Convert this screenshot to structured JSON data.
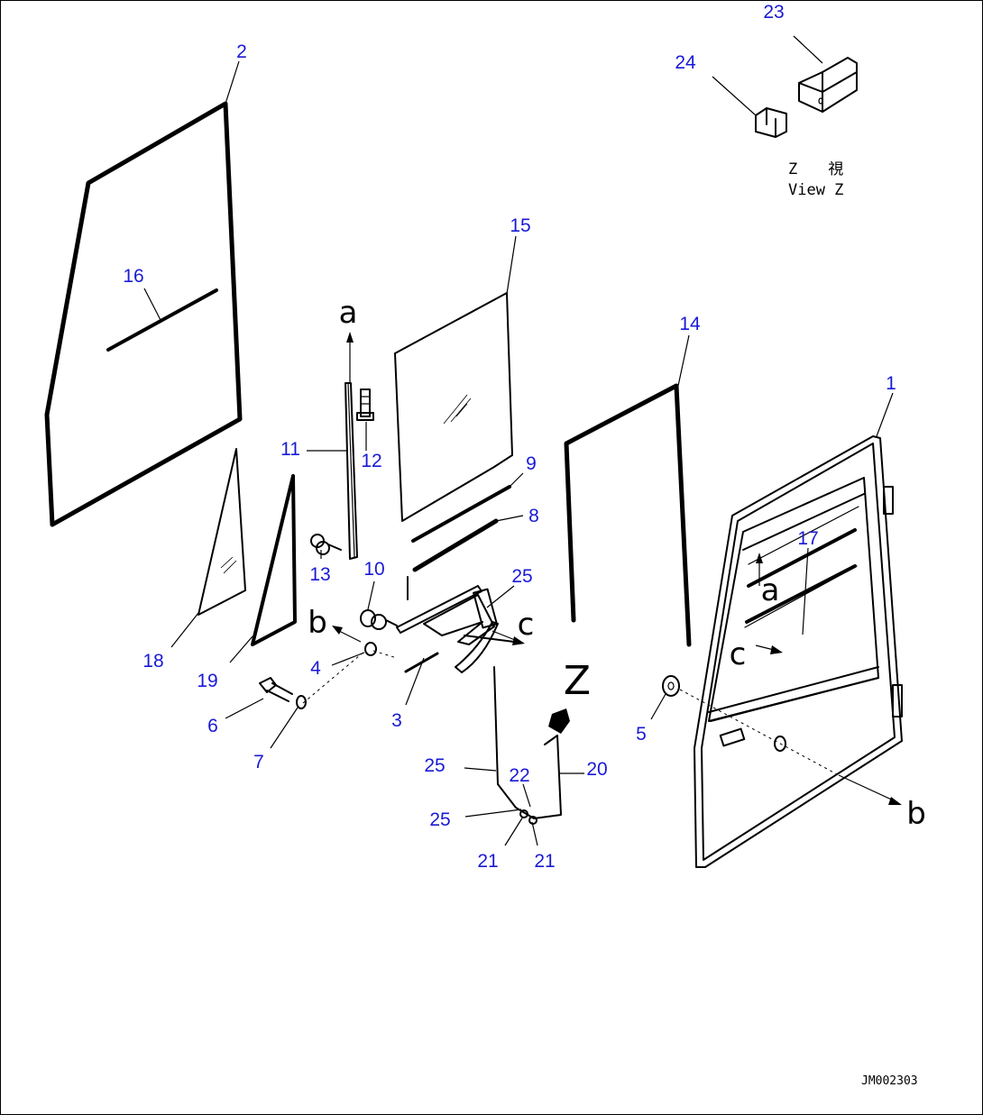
{
  "diagram": {
    "callouts": {
      "c1": "1",
      "c2": "2",
      "c3": "3",
      "c4": "4",
      "c5": "5",
      "c6": "6",
      "c7": "7",
      "c8": "8",
      "c9": "9",
      "c10": "10",
      "c11": "11",
      "c12": "12",
      "c13": "13",
      "c14": "14",
      "c15": "15",
      "c16": "16",
      "c17": "17",
      "c18": "18",
      "c19": "19",
      "c20": "20",
      "c21a": "21",
      "c21b": "21",
      "c22": "22",
      "c23": "23",
      "c24": "24",
      "c25a": "25",
      "c25b": "25",
      "c25c": "25"
    },
    "ref_letters": {
      "a_top": "a",
      "a_door": "a",
      "b_left": "b",
      "b_right": "b",
      "c_left": "c",
      "c_door": "c",
      "z": "Z"
    },
    "view_caption": {
      "line1": "Z　　視",
      "line2": "View Z"
    },
    "drawing_code": "JM002303"
  }
}
